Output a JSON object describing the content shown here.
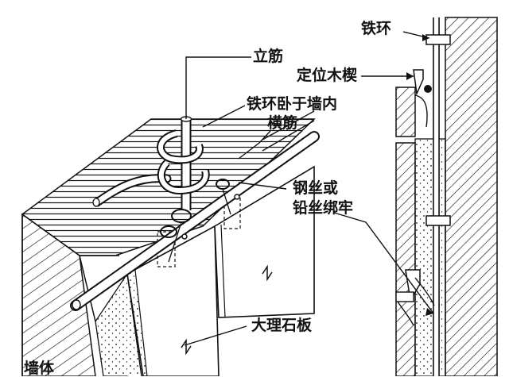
{
  "labels": {
    "iron_ring": "铁环",
    "vertical_bar": "立筋",
    "wood_wedge": "定位木楔",
    "ring_in_wall": "铁环卧于墙内",
    "horizontal_bar": "横筋",
    "wire_line1": "钢丝或",
    "wire_line2": "铅丝绑牢",
    "marble_slab": "大理石板",
    "wall_body": "墙体"
  },
  "colors": {
    "ink": "#111111",
    "paper": "#ffffff"
  }
}
